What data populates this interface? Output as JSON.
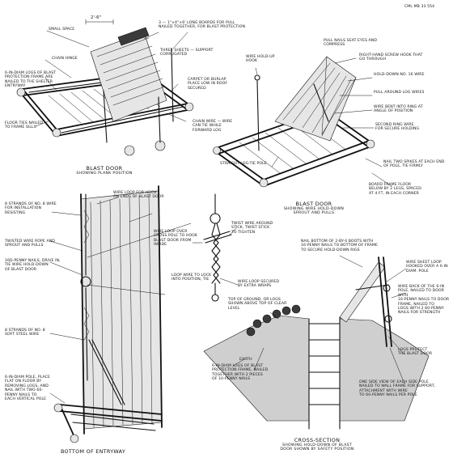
{
  "header": {
    "corner_code": "CML MB 33 554"
  },
  "colors": {
    "ink": "#111111",
    "paper": "#ffffff",
    "shade": "#e6e6e6"
  },
  "diagram": {
    "captions": {
      "blast_door_a": {
        "title": "BLAST DOOR",
        "subtitle": "SHOWING PLANK POSITION"
      },
      "blast_door_b": {
        "title": "BLAST DOOR",
        "subtitle": "SHOWING WIRE HOLD-DOWN\nSPROUT AND PULLS"
      },
      "bottom_entryway": {
        "title": "BOTTOM OF ENTRYWAY",
        "subtitle": ""
      },
      "cross_section": {
        "title": "CROSS-SECTION",
        "subtitle": "SHOWING HOLD-DOWN OF BLAST\nDOOR SHOWN BY SAFETY POSITION"
      }
    },
    "labels": {
      "dim_top": "2'-6\"",
      "small_space": "SMALL SPACE",
      "nail_planks": "3 — 1\"×4\"×6' LONG BOARDS FOR PULL\nNAILED TOGETHER, FOR BLAST PROTECTION",
      "three_sheets": "THREE SHEETS — SUPPORT\nCORRUGATED",
      "chain_hinge": "CHAIN HINGE",
      "six_inch_logs": "6-IN-DIAM LOGS OF BLAST\nPROTECTION FRAME ARE\nNAILED TO THE SHELTER\nENTRYWAY",
      "carpet_roof": "CARPET OR BURLAP\nPLACE LOW IN ROOF\nSECURED",
      "floor_ties": "FLOOR TIES NAILED\nTO FRAME SILLS",
      "chain_wire": "CHAIN WIRE — WIRE\nCAN TIE WHILE\nFORWARD LOG",
      "wire_hold_hook": "WIRE HOLD-UP\nHOOK",
      "pull_nails": "PULL NAILS SEAT EYES AND\nCOMPRESS",
      "right_screw": "RIGHT-HAND SCREW HOOK THAT\nGO THROUGH",
      "hold_down_wire": "HOLD-DOWN NO. 16 WIRE",
      "pull_around_log": "PULL AROUND LOG WIRES",
      "wire_bent_ring": "WIRE BENT INTO RING AT\nANGLE OF POSITION",
      "second_ring": "SECOND RING WIRE\nFOR SECURE HOLDING",
      "straight_log_pole": "STRAIGHT LOG-TIE POLE",
      "nail_two_spikes": "NAIL TWO SPIKES AT EACH END\nOF POLE, TIE FIRMLY",
      "board_frame_below": "BOARD FRAME FLOOR\nBELOW BY 2 LEGS, SPACED\nAT 4 FT, IN EACH CORNER",
      "strands_wire": "8 STRANDS OF NO. 8 WIRE\nFOR INSTALLATION\nRESISTING",
      "wire_loop_hook": "WIRE LOOP FOR HOOK\nON ENDS OF BLAST DOOR",
      "twisted_wire": "TWISTED WIRE ROPE AND\nSPROUT AND PULLS",
      "sixteen_penny": "16D-PENNY NAILS, DRIVE IN,\nTIE WIRE HOLD-DOWN\nOF BLAST DOOR",
      "eight_strands_sprout": "8 STRANDS OF NO. 8\nSOFT STEEL WIRE",
      "six_inch_pole": "6-IN-DIAM POLE, PLACE\nFLAT ON FLOOR BY\nREMOVING LOGS, AND\nNAIL WITH TWO 60-\nPENNY NAILS TO\nEACH VERTICAL POLE",
      "wire_loop_over": "WIRE LOOP OVER\nCROSS POLE TO HOOK\nBLAST DOOR FROM\nINSIDE",
      "twist_wire_toggle": "TWIST WIRE AROUND\nSTICK, TWIST STICK\nTO TIGHTEN",
      "loop_lock": "LOOP WIRE TO LOCK\nINTO POSITION, TIE",
      "wire_loop_secured": "WIRE LOOP SECURED\nBY EXTRA WRAPS",
      "nail_bottom": "NAIL BOTTOM OF 2-BY-4 BOOTS WITH\n16-PENNY NAILS TO BOTTOM OF FRAME\nTO SECURE HOLD-DOWN RIGS",
      "wire_sheet_loop": "WIRE SHEET LOOP\nHOOKED OVER A 6-IN\nDIAM. POLE",
      "top_of_ground": "TOP OF GROUND, OR LOGS\nSHOWN ABOVE TOP OF CLEAR\nLEVEL",
      "wire_back": "WIRE BACK OF THE 6-IN\nPOLE, NAILED TO DOOR WITH\n16-PENNY NAILS TO DOOR\nFRAME, NAILED TO\nLOGS WITH 2 60-PENNY\nNAILS FOR STRENGTH",
      "logs_protect": "LOGS PROTECT\nTHE BLAST DOOR",
      "six_inch_logs_section": "6-IN-DIAM LOGS OF BLAST\nPROTECTION FRAME, NAILED\nTOGETHER WITH 2 PIECES\nOF 10-PENNY NAILS",
      "earth": "EARTH",
      "one_side_view": "ONE SIDE VIEW OF EACH SIDE POLE\nNAILED TO WALL FRAME FOR SUPPORT,\nATTACHMENT WITH WIRE\nTO 60-PENNY NAILS PER POLE"
    }
  }
}
